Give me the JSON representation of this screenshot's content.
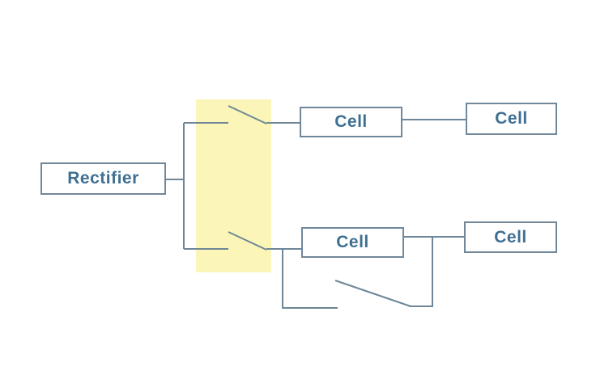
{
  "nodes": {
    "rectifier": {
      "label": "Rectifier"
    },
    "cell_top_1": {
      "label": "Cell"
    },
    "cell_top_2": {
      "label": "Cell"
    },
    "cell_bottom_1": {
      "label": "Cell"
    },
    "cell_bottom_2": {
      "label": "Cell"
    }
  },
  "switches": [
    {
      "name": "top-branch-disconnect-switch",
      "state": "open"
    },
    {
      "name": "bottom-branch-disconnect-switch",
      "state": "open"
    },
    {
      "name": "bottom-string-bypass-switch",
      "state": "open"
    }
  ],
  "highlight": {
    "name": "switch-bank-highlight",
    "color": "#FBF5B8"
  },
  "colors": {
    "background": "#FFFFFF",
    "wire": "#6E8697",
    "box_border": "#71879A",
    "label_text": "#3E6F92"
  }
}
